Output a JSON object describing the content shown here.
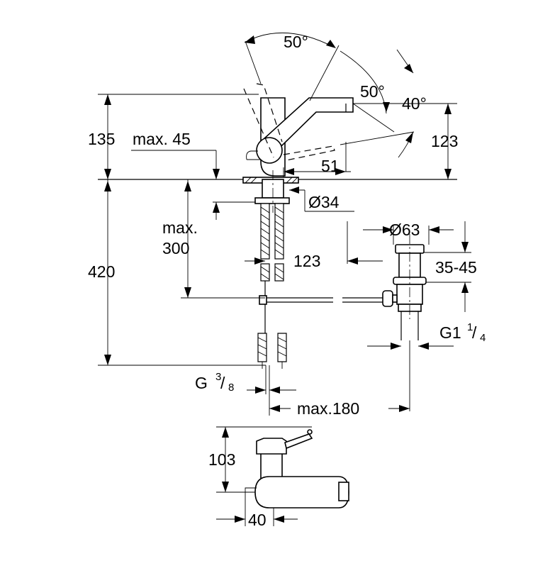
{
  "dimensions": {
    "angle_lever": "50°",
    "angle_spout": "50°",
    "angle_tilt": "40°",
    "height_total": "135",
    "max_deck": "max. 45",
    "spout_right_height": "123",
    "spout_offset": "51",
    "hole_diameter": "Ø34",
    "max_label": "max.",
    "max_depth_value": "300",
    "supply_spacing": "123",
    "under_height": "420",
    "waste_diameter": "Ø63",
    "waste_range": "35-45",
    "waste_thread_base": "G1",
    "waste_thread_num": "1",
    "waste_thread_den": "4",
    "supply_thread_base": "G",
    "supply_thread_num": "3",
    "supply_thread_den": "8",
    "max_reach": "max.180",
    "lever_height": "103",
    "base_width": "40"
  }
}
